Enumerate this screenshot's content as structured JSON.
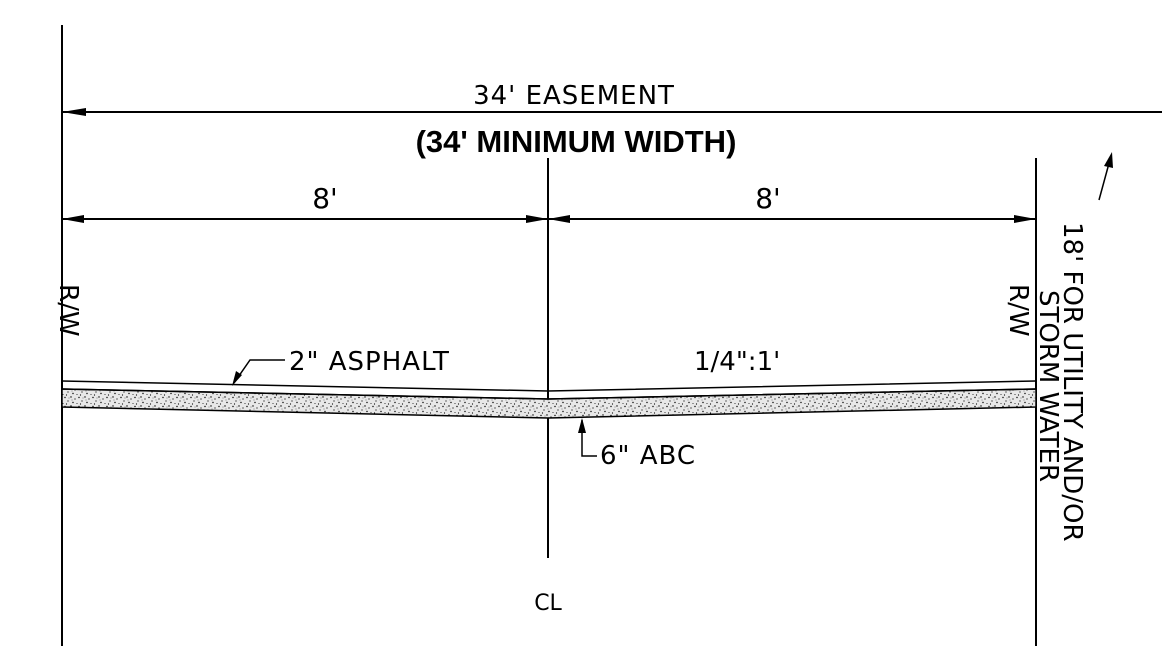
{
  "labels": {
    "easement": "34' EASEMENT",
    "min_width": "(34' MINIMUM WIDTH)",
    "left_dim": "8'",
    "right_dim": "8'",
    "rw_left": "R/W",
    "rw_right": "R/W",
    "asphalt": "2\" ASPHALT",
    "slope": "1/4\":1'",
    "abc": "6\" ABC",
    "centerline": "CL",
    "utility_line1": "18' FOR UTILITY AND/OR",
    "utility_line2": "STORM WATER"
  },
  "colors": {
    "line": "#000000",
    "background": "#ffffff",
    "gravel_fill": "#e6e6e6"
  }
}
